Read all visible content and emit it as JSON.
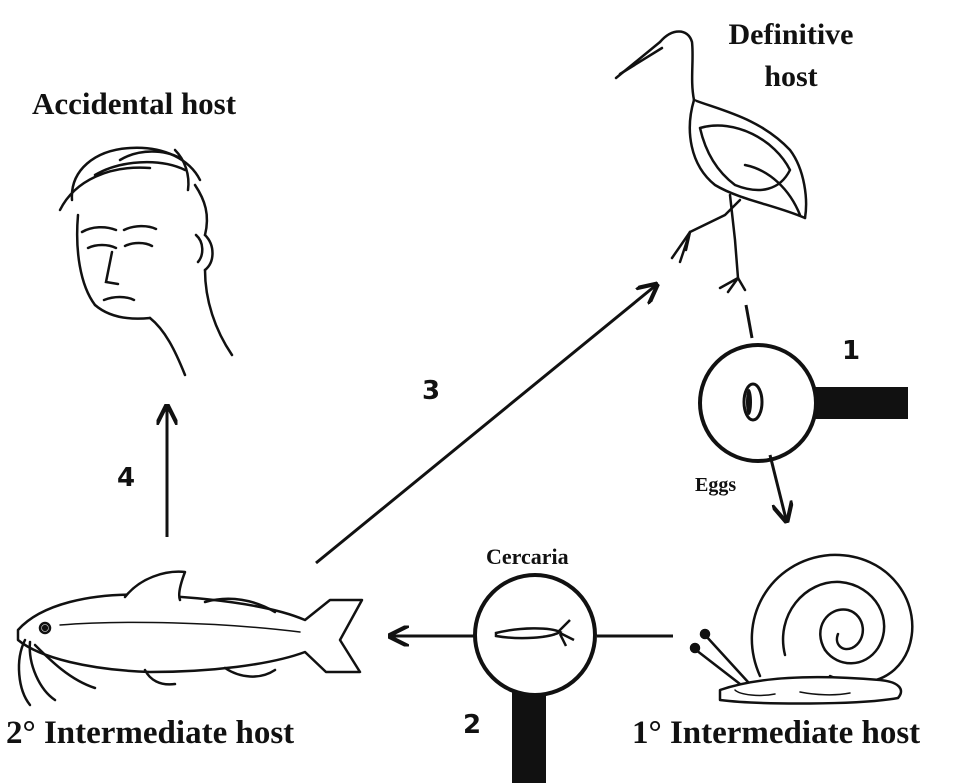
{
  "hosts": {
    "accidental": "Accidental host",
    "definitive": "Definitive host",
    "second_intermediate": "2° Intermediate host",
    "first_intermediate": "1° Intermediate host"
  },
  "stages": {
    "eggs": "Eggs",
    "cercaria": "Cercaria"
  },
  "steps": [
    "1",
    "2",
    "3",
    "4"
  ]
}
